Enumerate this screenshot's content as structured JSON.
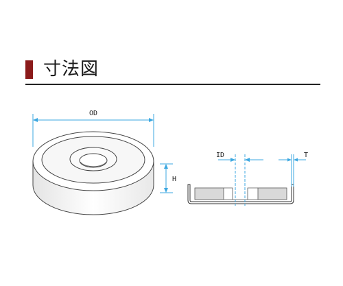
{
  "section": {
    "title": "寸法図",
    "accent_color": "#8b1a1a"
  },
  "dimension_labels": {
    "outer_diameter": "OD",
    "height": "H",
    "inner_diameter": "ID",
    "thickness": "T"
  },
  "colors": {
    "dimension_line": "#3ba7e0",
    "outline": "#333333",
    "magnet_fill": "#d9d9d9"
  }
}
